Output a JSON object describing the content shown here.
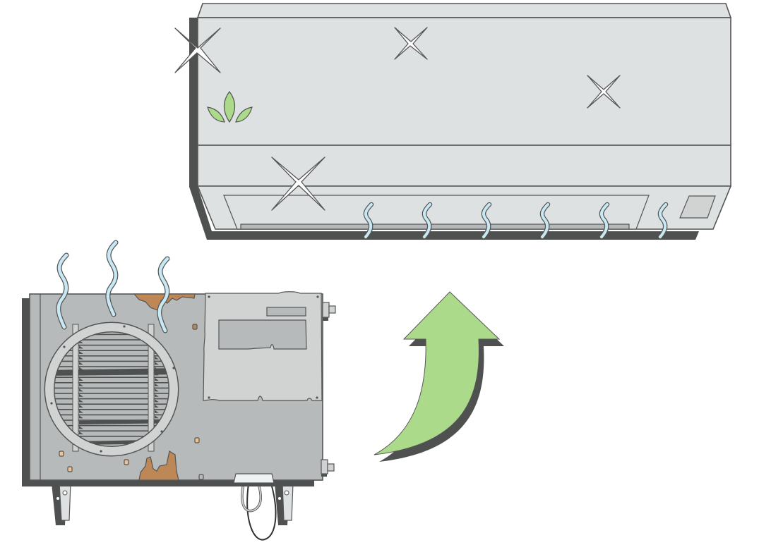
{
  "illustration": {
    "subject": "air-conditioner-maintenance",
    "colors": {
      "indoor_body": "#dee1e2",
      "outdoor_body": "#b7babb",
      "panel": "#d1d2d2",
      "shadow": "#4f5050",
      "outline": "#555555",
      "rust": "#bd8756",
      "rust_spot": "#f2c28f",
      "leaf": "#acda8b",
      "arrow": "#acda8b",
      "vapor": "#c8e9f3",
      "sparkle": "#ffffff"
    },
    "icons": {
      "indoor_unit": "wall-mounted-ac-icon",
      "outdoor_unit": "outdoor-condenser-icon",
      "arrow": "upgrade-arrow-icon",
      "eco": "leaf-icon",
      "sparkle": "sparkle-icon",
      "vapor": "cool-air-icon"
    },
    "indoor_vapor_count": 6,
    "outdoor_vapor_count": 3,
    "sparkle_count": 4
  }
}
